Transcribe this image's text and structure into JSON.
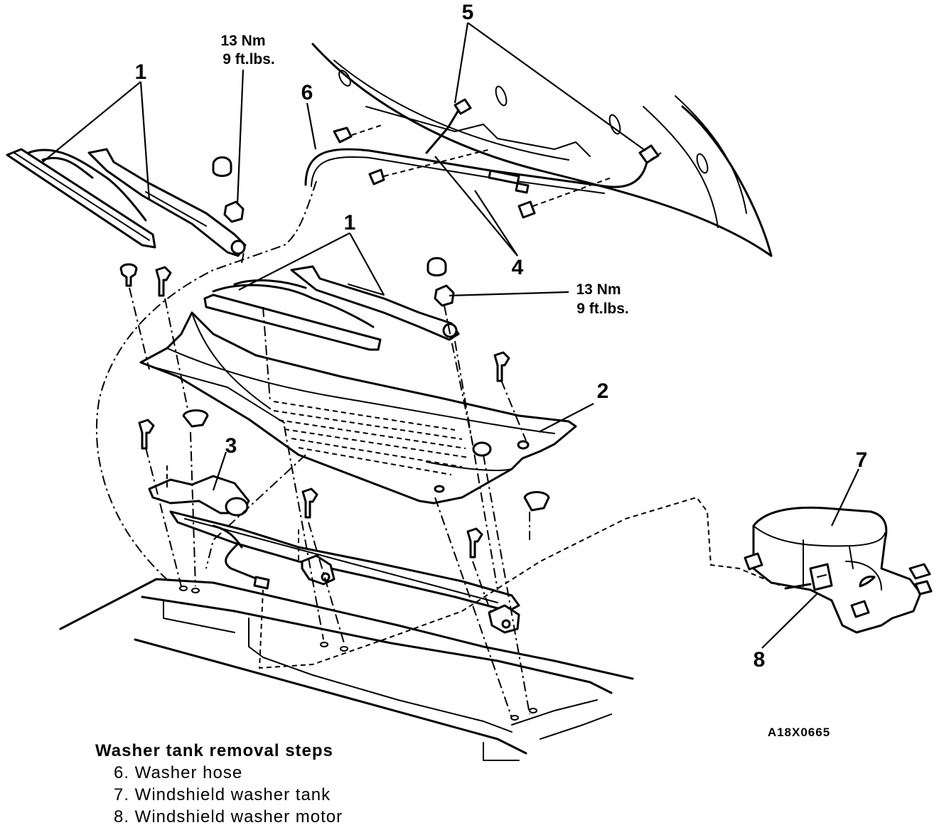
{
  "callouts": {
    "c1_left": "1",
    "c1_center": "1",
    "c2": "2",
    "c3": "3",
    "c4": "4",
    "c5": "5",
    "c6": "6",
    "c7": "7",
    "c8": "8"
  },
  "torque_specs": [
    {
      "nm": "13 Nm",
      "ftlbs": "9 ft.lbs."
    },
    {
      "nm": "13 Nm",
      "ftlbs": "9 ft.lbs."
    }
  ],
  "figure_code": "A18X0665",
  "removal_steps": {
    "title": "Washer tank removal steps",
    "items": [
      "6. Washer hose",
      "7. Windshield washer tank",
      "8. Windshield washer motor"
    ]
  }
}
